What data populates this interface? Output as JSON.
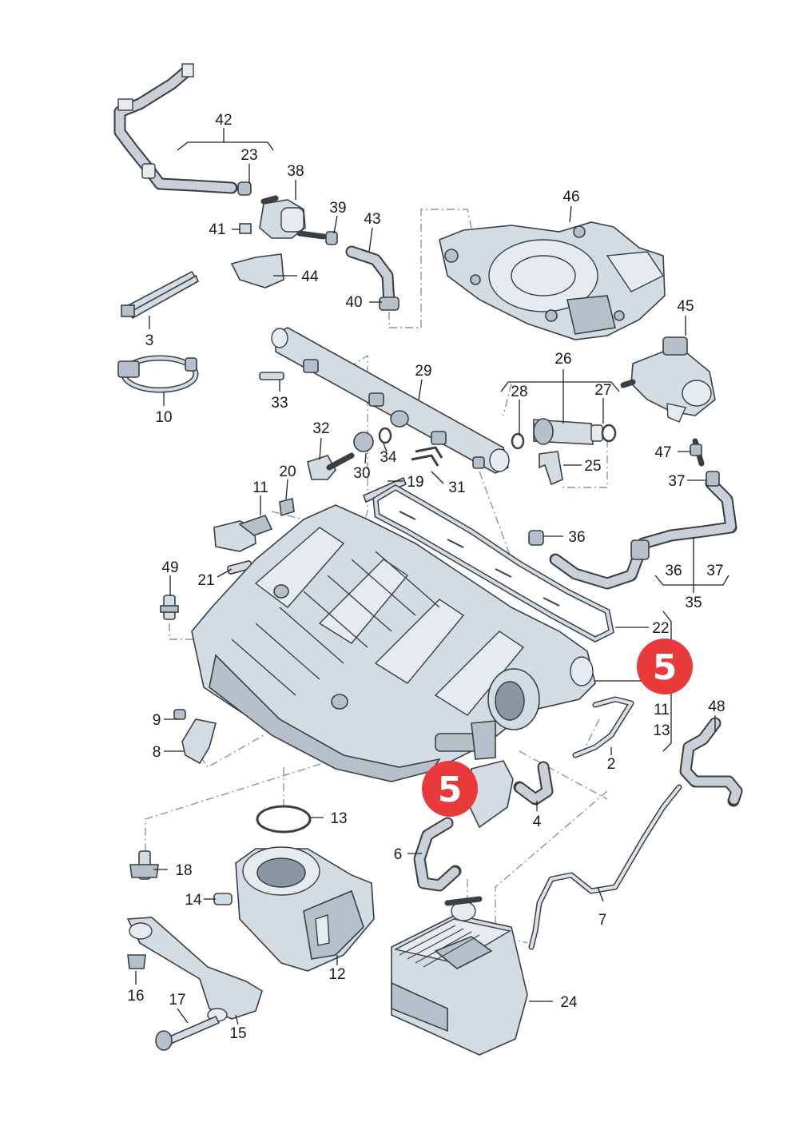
{
  "labels": [
    {
      "id": "42",
      "text": "42"
    },
    {
      "id": "23",
      "text": "23"
    },
    {
      "id": "38",
      "text": "38"
    },
    {
      "id": "41",
      "text": "41"
    },
    {
      "id": "39",
      "text": "39"
    },
    {
      "id": "43",
      "text": "43"
    },
    {
      "id": "44",
      "text": "44"
    },
    {
      "id": "40",
      "text": "40"
    },
    {
      "id": "3",
      "text": "3"
    },
    {
      "id": "10",
      "text": "10"
    },
    {
      "id": "46",
      "text": "46"
    },
    {
      "id": "45",
      "text": "45"
    },
    {
      "id": "29",
      "text": "29"
    },
    {
      "id": "33",
      "text": "33"
    },
    {
      "id": "26",
      "text": "26"
    },
    {
      "id": "28",
      "text": "28"
    },
    {
      "id": "27",
      "text": "27"
    },
    {
      "id": "32",
      "text": "32"
    },
    {
      "id": "30",
      "text": "30"
    },
    {
      "id": "34",
      "text": "34"
    },
    {
      "id": "47",
      "text": "47"
    },
    {
      "id": "25",
      "text": "25"
    },
    {
      "id": "20",
      "text": "20"
    },
    {
      "id": "19",
      "text": "19"
    },
    {
      "id": "31",
      "text": "31"
    },
    {
      "id": "37a",
      "text": "37"
    },
    {
      "id": "11a",
      "text": "11"
    },
    {
      "id": "36a",
      "text": "36"
    },
    {
      "id": "49",
      "text": "49"
    },
    {
      "id": "21",
      "text": "21"
    },
    {
      "id": "36b",
      "text": "36"
    },
    {
      "id": "37b",
      "text": "37"
    },
    {
      "id": "35",
      "text": "35"
    },
    {
      "id": "22",
      "text": "22"
    },
    {
      "id": "11b",
      "text": "11"
    },
    {
      "id": "13a",
      "text": "13"
    },
    {
      "id": "48",
      "text": "48"
    },
    {
      "id": "9",
      "text": "9"
    },
    {
      "id": "8",
      "text": "8"
    },
    {
      "id": "2",
      "text": "2"
    },
    {
      "id": "4",
      "text": "4"
    },
    {
      "id": "13b",
      "text": "13"
    },
    {
      "id": "6",
      "text": "6"
    },
    {
      "id": "18",
      "text": "18"
    },
    {
      "id": "14",
      "text": "14"
    },
    {
      "id": "7",
      "text": "7"
    },
    {
      "id": "12",
      "text": "12"
    },
    {
      "id": "24",
      "text": "24"
    },
    {
      "id": "16",
      "text": "16"
    },
    {
      "id": "17",
      "text": "17"
    },
    {
      "id": "15",
      "text": "15"
    }
  ],
  "badges": [
    {
      "id": "badge-right",
      "text": "5",
      "color": "#e8393b"
    },
    {
      "id": "badge-left",
      "text": "5",
      "color": "#e8393b"
    }
  ]
}
